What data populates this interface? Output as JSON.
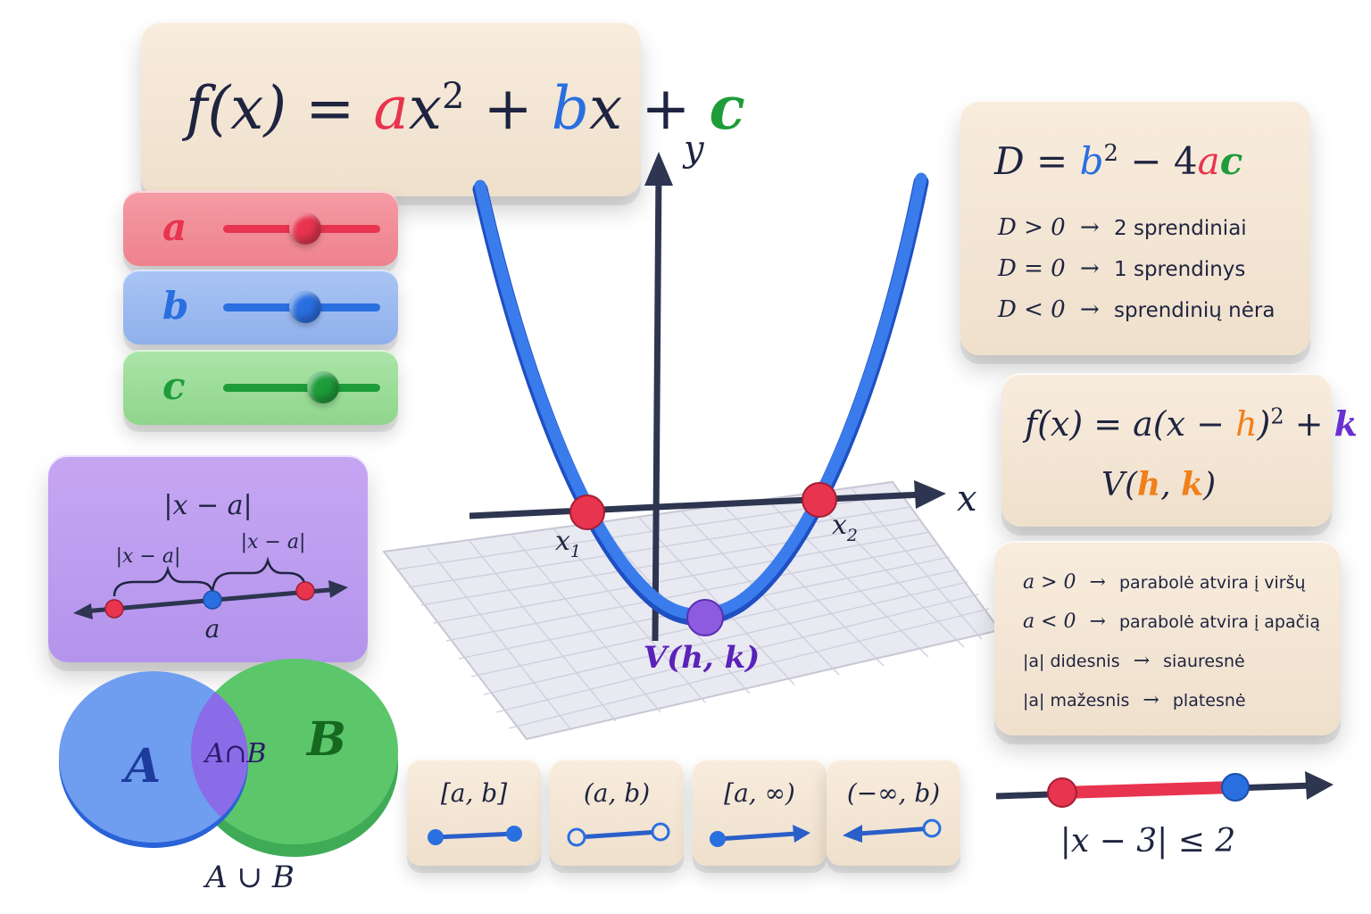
{
  "formula": {
    "lhs": "f(x) = ",
    "a": "a",
    "x2": "x",
    "exp": "2",
    "plus1": " + ",
    "b": "b",
    "x1": "x",
    "plus2": " + ",
    "c": "c"
  },
  "sliders": [
    {
      "label": "a",
      "color": "#e8344e",
      "bg": "#f3909a",
      "knob_fraction": 0.5
    },
    {
      "label": "b",
      "color": "#2a6fe0",
      "bg": "#9fbcf0",
      "knob_fraction": 0.5
    },
    {
      "label": "c",
      "color": "#1e9c3a",
      "bg": "#9edd9c",
      "knob_fraction": 0.62
    }
  ],
  "abs_value": {
    "title": "|x − a|",
    "left_label": "|x − a|",
    "right_label": "|x − a|",
    "center_label": "a"
  },
  "venn": {
    "set_a": "A",
    "set_b": "B",
    "intersection": "A∩B",
    "union": "A ∪ B"
  },
  "graph": {
    "y_axis": "y",
    "x_axis": "x",
    "root1": "x",
    "root1_sub": "1",
    "root2": "x",
    "root2_sub": "2",
    "vertex": "V(h, k)"
  },
  "discriminant": {
    "title_d": "D = ",
    "title_b": "b",
    "title_exp": "2",
    "title_minus": " − 4",
    "title_a": "a",
    "title_c": "c",
    "rows": [
      {
        "cond": "D > 0",
        "arrow": "→",
        "text": "2 sprendiniai"
      },
      {
        "cond": "D = 0",
        "arrow": "→",
        "text": "1 sprendinys"
      },
      {
        "cond": "D < 0",
        "arrow": "→",
        "text": "sprendinių nėra"
      }
    ]
  },
  "vertex_form": {
    "start": "f(x) = a(x − ",
    "h": "h",
    "mid": ")",
    "exp": "2",
    "plus": " + ",
    "k": "k",
    "point_start": "V(",
    "point_h": "h",
    "point_sep": ", ",
    "point_k": "k",
    "point_end": ")"
  },
  "properties": [
    {
      "cond": "a > 0",
      "arrow": "→",
      "text": "parabolė atvira į viršų"
    },
    {
      "cond": "a < 0",
      "arrow": "→",
      "text": "parabolė atvira į apačią"
    },
    {
      "cond": "|a| didesnis",
      "arrow": "→",
      "text": "siauresnė"
    },
    {
      "cond": "|a| mažesnis",
      "arrow": "→",
      "text": "platesnė"
    }
  ],
  "intervals": [
    {
      "label": "[a, b]"
    },
    {
      "label": "(a, b)"
    },
    {
      "label": "[a, ∞)"
    },
    {
      "label": "(−∞, b)"
    }
  ],
  "inequality": {
    "label": "|x − 3| ≤ 2"
  },
  "colors": {
    "red": "#e8344e",
    "blue": "#2a6fe0",
    "green": "#1e9c3a",
    "orange": "#f0801a",
    "violet": "#6a2fd0",
    "dark": "#1e2440"
  }
}
